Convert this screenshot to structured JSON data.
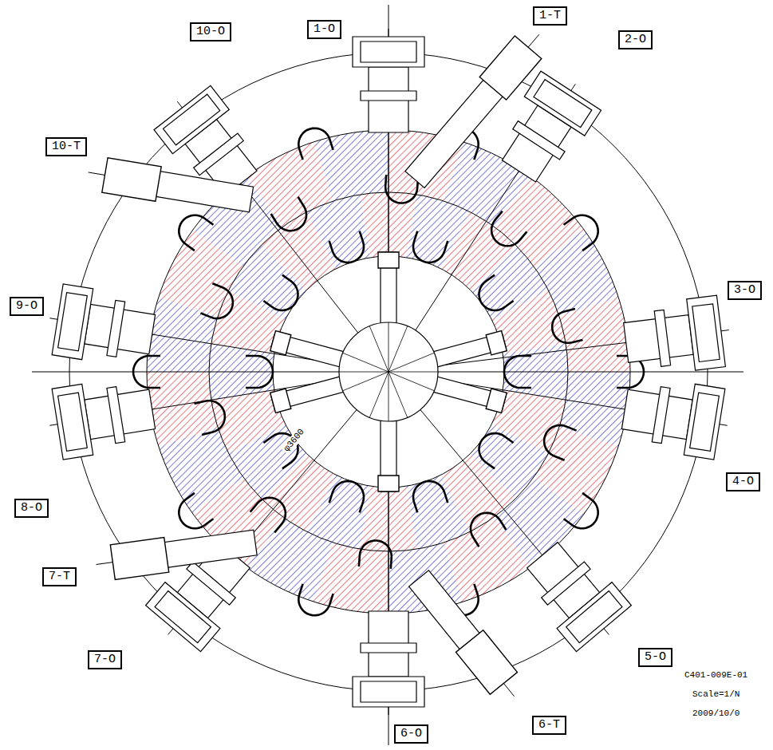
{
  "diagram": {
    "nodes": [
      {
        "text": [
          "1-O"
        ]
      },
      {
        "text": [
          "1-T"
        ]
      },
      {
        "text": [
          "10-O"
        ]
      },
      {
        "text": [
          "2-O"
        ]
      },
      {
        "text": [
          "10-T"
        ]
      },
      {
        "text": [
          "3-O"
        ]
      },
      {
        "text": [
          "9-O"
        ]
      },
      {
        "text": [
          "4-O"
        ]
      },
      {
        "text": [
          "8-O"
        ]
      },
      {
        "text": [
          "7-T"
        ]
      },
      {
        "text": [
          "7-O"
        ]
      },
      {
        "text": [
          "5-O"
        ]
      },
      {
        "text": [
          "6-T"
        ]
      },
      {
        "text": [
          "6-O"
        ]
      }
    ],
    "labels": [
      "φ3600",
      "C401-009E-01",
      "Scale=1/N",
      "2009/10/0"
    ]
  }
}
